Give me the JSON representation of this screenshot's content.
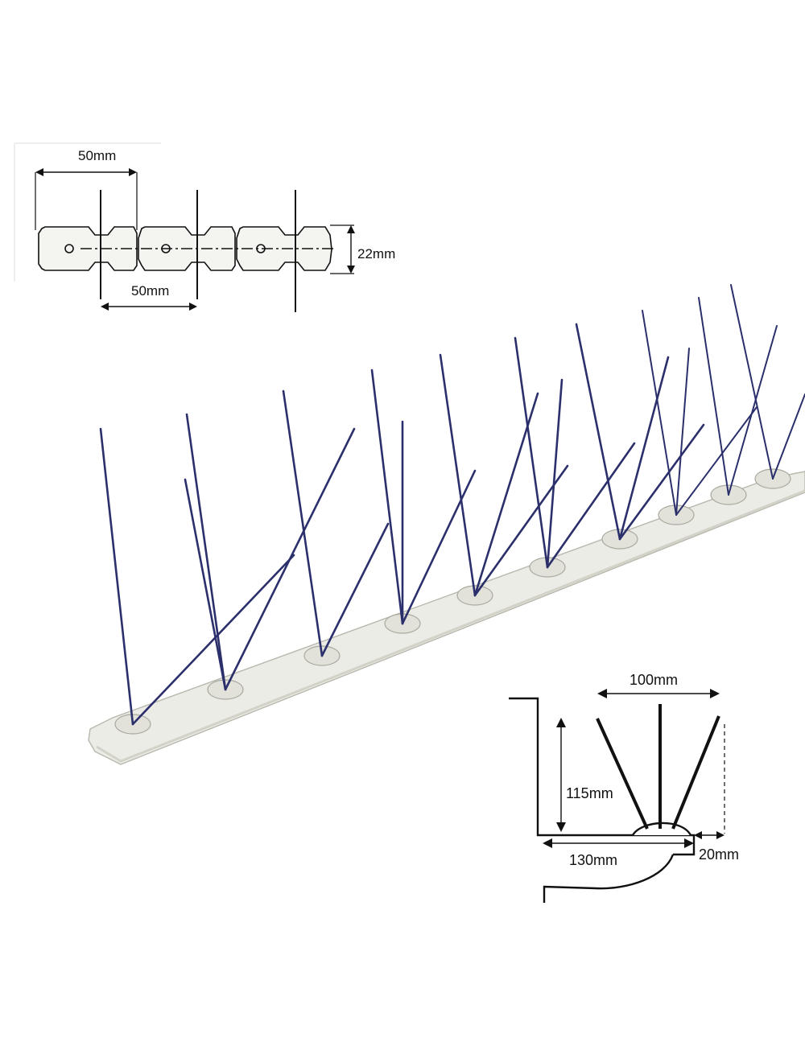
{
  "top_diagram": {
    "spacing_top": "50mm",
    "spacing_bottom": "50mm",
    "width": "22mm"
  },
  "side_diagram": {
    "spread": "100mm",
    "height": "115mm",
    "depth": "130mm",
    "offset": "20mm"
  },
  "colors": {
    "spike": "#2b2f6b",
    "base": "#eaeae4",
    "base_edge": "#b8b8ae",
    "line": "#111111"
  }
}
